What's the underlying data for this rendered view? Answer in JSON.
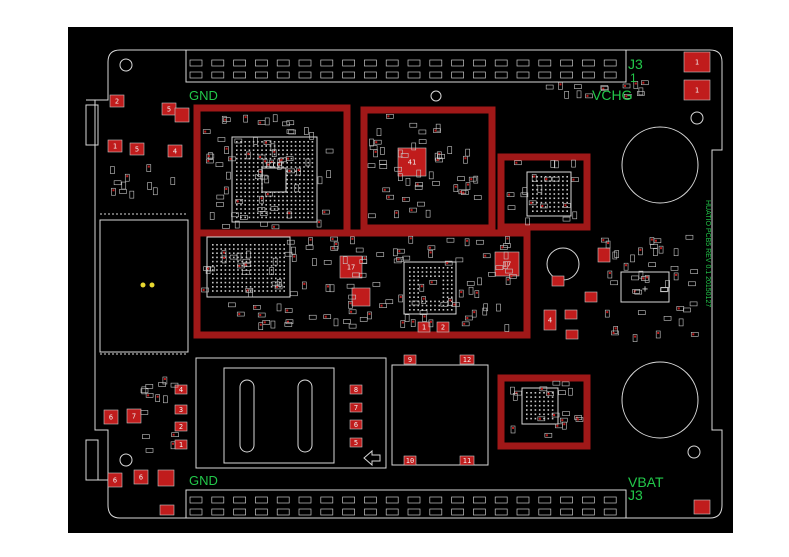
{
  "labels": {
    "gnd_top": "GND",
    "gnd_bottom": "GND",
    "vchg": "VCHG",
    "vbat": "VBAT",
    "j3_top": "J3",
    "j3_bottom": "J3",
    "pin_one_top": "1",
    "board_text": "HUATIO PCB5 REV 0.1 20150127"
  },
  "colors": {
    "bg": "#000000",
    "outline": "#d8d8d8",
    "copper": "#a01818",
    "pad": "#c01c1c",
    "silk": "#c8c8c8",
    "silk_green": "#22c84a"
  },
  "pin_header_count": 40
}
